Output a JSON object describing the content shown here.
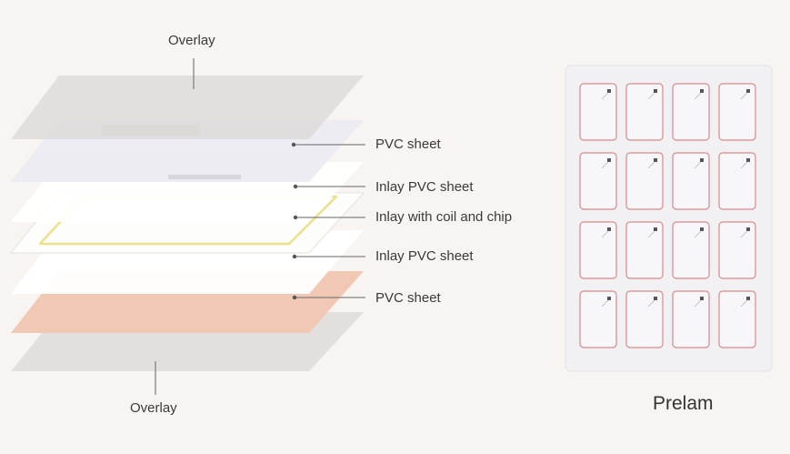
{
  "layers": {
    "top_overlay": "Overlay",
    "pvc_top": "PVC sheet",
    "inlay_pvc_top": "Inlay PVC sheet",
    "inlay": "Inlay with coil and chip",
    "inlay_pvc_bottom": "Inlay PVC sheet",
    "pvc_bottom": "PVC sheet",
    "bottom_overlay": "Overlay"
  },
  "prelam": {
    "title": "Prelam",
    "rows": 4,
    "columns": 4
  },
  "colors": {
    "background": "#f8f4f1",
    "overlay": "#dcd9d7",
    "pvc_bottom": "#f0c9b6",
    "coil": "#ede08a",
    "prelam_trace": "#d98a8a"
  }
}
